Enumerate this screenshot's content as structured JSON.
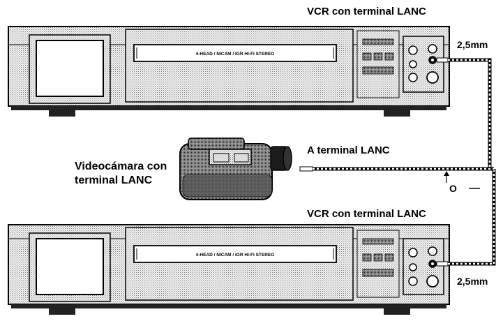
{
  "labels": {
    "vcr_top": "VCR con terminal LANC",
    "vcr_bottom": "VCR con terminal LANC",
    "jack_top": "2,5mm",
    "jack_bottom": "2,5mm",
    "camera_line1": "Videocámara con",
    "camera_line2": "terminal LANC",
    "cam_terminal": "A terminal LANC",
    "or_mark": "O"
  },
  "decks": {
    "top_cassette_text": "4-HEAD / NICAM / IGR HI-FI STEREO",
    "bottom_cassette_text": "4-HEAD / NICAM / IGR HI-FI STEREO"
  }
}
